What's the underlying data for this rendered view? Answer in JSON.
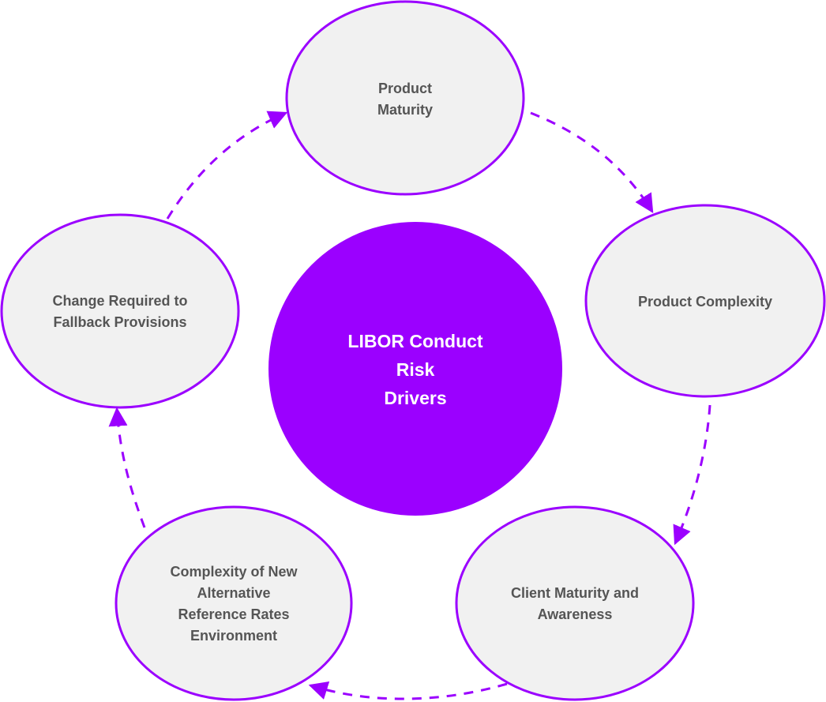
{
  "diagram": {
    "center": {
      "lines": [
        "LIBOR Conduct",
        "Risk",
        "Drivers"
      ]
    },
    "nodes": [
      {
        "id": "product-maturity",
        "lines": [
          "Product",
          "Maturity"
        ]
      },
      {
        "id": "product-complexity",
        "lines": [
          "Product Complexity"
        ]
      },
      {
        "id": "client-maturity-and-awareness",
        "lines": [
          "Client Maturity and",
          "Awareness"
        ]
      },
      {
        "id": "complexity-of-new-alternative-reference-rates-environment",
        "lines": [
          "Complexity of New",
          "Alternative",
          "Reference Rates",
          "Environment"
        ]
      },
      {
        "id": "change-required-to-fallback-provisions",
        "lines": [
          "Change Required to",
          "Fallback Provisions"
        ]
      }
    ],
    "colors": {
      "accent": "#9B00FF",
      "node_fill": "#F1F1F1",
      "node_text": "#555555",
      "center_text": "#FFFFFF"
    }
  }
}
